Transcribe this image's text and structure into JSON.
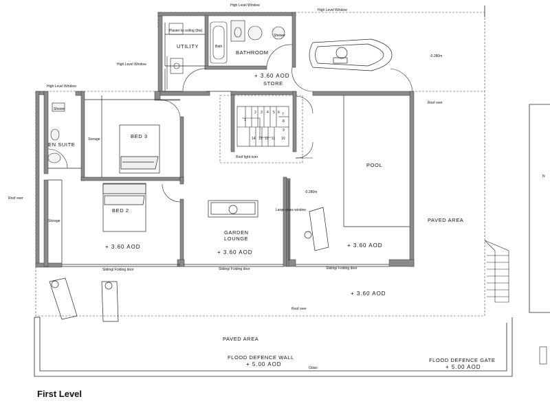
{
  "title": "First Level",
  "rooms": {
    "utility": "Utility",
    "bathroom": "Bathroom",
    "en_suite": "En Suite",
    "bed3": "Bed 3",
    "bed2": "Bed 2",
    "pool": "Pool",
    "garden_lounge_1": "Garden",
    "garden_lounge_2": "Lounge",
    "store": "Store",
    "storage_1": "Storage",
    "storage_2": "Storage"
  },
  "annotations": {
    "high_level_window_1": "High Level Window",
    "high_level_window_2": "High Level Window",
    "high_level_window_3": "High Level Window",
    "high_level_window_4": "High Level Window",
    "plaster_to_ceiling": "Plaster to ceiling (bta)",
    "bath": "Bath",
    "shower_1": "Shower",
    "shower_2": "Shower",
    "roof_over_1": "Roof over",
    "roof_over_2": "Roof over",
    "roof_over_3": "Roof over",
    "roof_light_over": "Roof light over",
    "large_glass_window": "Large glass window",
    "level_1": "-0.280m",
    "level_2": "-0.280m",
    "sliding_door_1": "Sliding/ Folding door",
    "sliding_door_2": "Sliding/ Folding door",
    "sliding_door_3": "Sliding/ Folding door",
    "glass": "Glass",
    "paved_area_1": "Paved area",
    "paved_area_2": "Paved area",
    "aod_store": "+ 3.60 AOD",
    "aod_bed2": "+ 3.60 AOD",
    "aod_lounge": "+ 3.60 AOD",
    "aod_pool": "+ 3.60 AOD",
    "aod_terrace": "+ 3.60 AOD",
    "flood_wall": "Flood defence wall",
    "flood_wall_aod": "+ 5.00 AOD",
    "flood_gate": "Flood defence gate",
    "flood_gate_aod": "+ 5.00 AOD",
    "edge_n": "N"
  },
  "stairs": {
    "top_row": [
      "1",
      "2",
      "3",
      "4",
      "5",
      "6",
      "7"
    ],
    "bottom_row": [
      "14",
      "13",
      "12",
      "11",
      "10"
    ],
    "side": [
      "8",
      "9"
    ]
  }
}
